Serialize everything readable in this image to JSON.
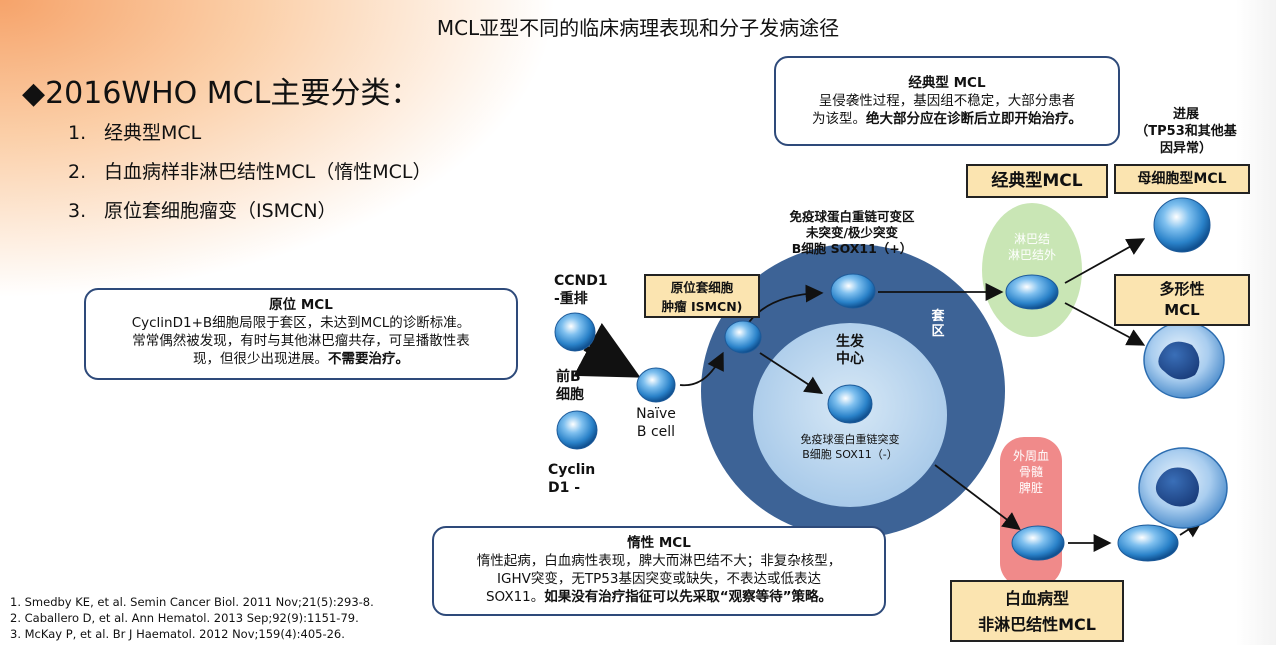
{
  "title": "MCL亚型不同的临床病理表现和分子发病途径",
  "heading": "◆2016WHO MCL主要分类：",
  "classes": [
    {
      "num": "1.",
      "text": "经典型MCL"
    },
    {
      "num": "2.",
      "text": "白血病样非淋巴结性MCL（惰性MCL）"
    },
    {
      "num": "3.",
      "text": "原位套细胞瘤变（ISMCN）"
    }
  ],
  "callout_classic": {
    "title": "经典型 MCL",
    "line1": "呈侵袭性过程，基因组不稳定，大部分患者",
    "line2_plain": "为该型。",
    "line2_bold": "绝大部分应在诊断后立即开始治疗。"
  },
  "callout_insitu": {
    "title": "原位 MCL",
    "line1": "CyclinD1+B细胞局限于套区，未达到MCL的诊断标准。",
    "line2": "常常偶然被发现，有时与其他淋巴瘤共存，可呈播散性表",
    "line3_plain": "现，但很少出现进展。",
    "line3_bold": "不需要治疗。"
  },
  "callout_indolent": {
    "title": "惰性 MCL",
    "line1": "惰性起病，白血病性表现，脾大而淋巴结不大；非复杂核型，",
    "line2": "IGHV突变，无TP53基因突变或缺失，不表达或低表达",
    "line3_plain": "SOX11。",
    "line3_bold": "如果没有治疗指征可以先采取“观察等待”策略。"
  },
  "references": [
    "1. Smedby KE, et al. Semin Cancer Biol. 2011 Nov;21(5):293-8.",
    "2. Caballero D, et al. Ann Hematol. 2013 Sep;92(9):1151-79.",
    "3. McKay P, et al. Br J Haematol. 2012 Nov;159(4):405-26."
  ],
  "diagram": {
    "ccnd1_1": "CCND1",
    "ccnd1_2": "-重排",
    "preb_1": "前B",
    "preb_2": "细胞",
    "cyclin_1": "Cyclin",
    "cyclin_2": "D1 -",
    "naive_1": "Naïve",
    "naive_2": "B cell",
    "ismcn_1": "原位套细胞",
    "ismcn_2": "肿瘤 ISMCN)",
    "unmut_1": "免疫球蛋白重链可变区",
    "unmut_2": "未突变/极少突变",
    "unmut_3": "B细胞 SOX11（+）",
    "mantle_1": "套",
    "mantle_2": "区",
    "gc_1": "生发",
    "gc_2": "中心",
    "mut_1": "免疫球蛋白重链突变",
    "mut_2": "B细胞 SOX11（-）",
    "lymph_1": "淋巴结",
    "lymph_2": "淋巴结外",
    "progress_1": "进展",
    "progress_2": "（TP53和其他基",
    "progress_3": "因异常）",
    "tag_classic": "经典型MCL",
    "tag_blastoid": "母细胞型MCL",
    "tag_pleo_1": "多形性",
    "tag_pleo_2": "MCL",
    "blood_1": "外周血",
    "blood_2": "骨髓",
    "blood_3": "脾脏",
    "tag_leuk_1": "白血病型",
    "tag_leuk_2": "非淋巴结性MCL"
  },
  "colors": {
    "mantle_zone": "#3d6396",
    "germinal_center": "#b7d4ee",
    "lymph_zone": "#c9e6b5",
    "blood_zone": "#f08a8a",
    "tag_fill": "#fbe4b0",
    "callout_border": "#2e4a7a"
  }
}
